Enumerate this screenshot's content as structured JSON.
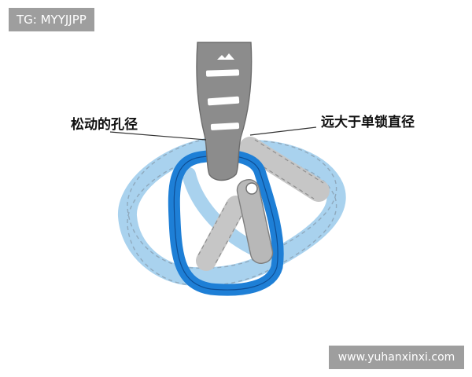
{
  "watermarks": {
    "top_left": "TG: MYYJJPP",
    "bottom_right": "www.yuhanxinxi.com"
  },
  "labels": {
    "left": "松动的孔径",
    "right": "远大于单锁直径"
  },
  "colors": {
    "carabiner": "#1e7fd6",
    "sling": "#a9d2ee",
    "sling_dash": "#8fa9bd",
    "webbing": "#8c8c8c",
    "webbing_shadow": "#bdbdbd",
    "watermark_bg": "#9e9e9e"
  }
}
